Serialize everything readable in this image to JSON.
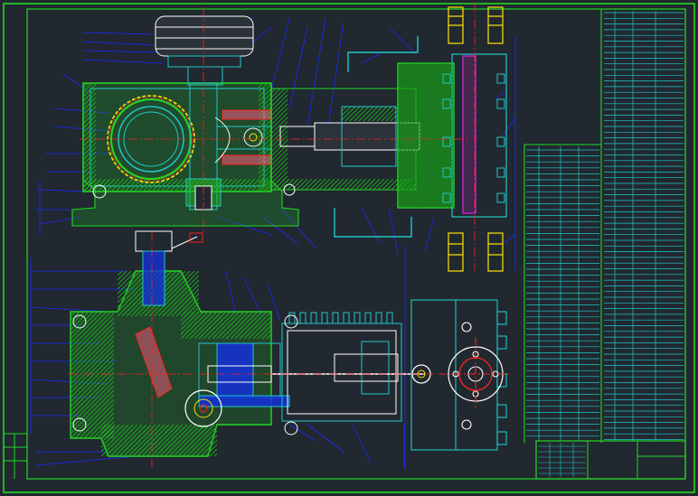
{
  "drawing": {
    "background": "#212830",
    "colors": {
      "frame": "#24d824",
      "outline": "#21c7c7",
      "leader": "#1a2bff",
      "hatch": "#1fb21f",
      "center": "#ff2020",
      "accent_yellow": "#ffe400",
      "accent_magenta": "#ff22ff",
      "white": "#ffffff",
      "fill_blue": "#1430d8"
    },
    "views": [
      "upper-assembly-view",
      "lower-assembly-view",
      "side-valve-view"
    ],
    "parts_list": {
      "panel": "parts-list-panel"
    },
    "title_block": {
      "panel": "title-block"
    }
  }
}
